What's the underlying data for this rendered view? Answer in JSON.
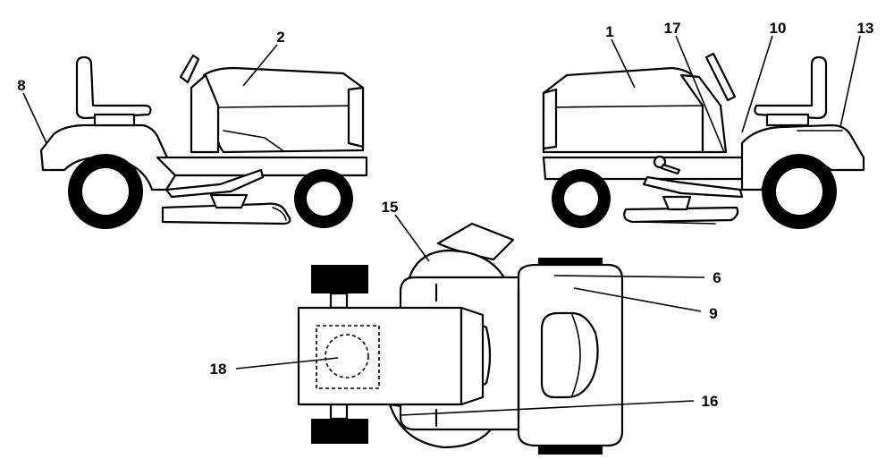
{
  "callouts": [
    {
      "id": "c1",
      "text": "1"
    },
    {
      "id": "c2",
      "text": "2"
    },
    {
      "id": "c6",
      "text": "6"
    },
    {
      "id": "c8",
      "text": "8"
    },
    {
      "id": "c9",
      "text": "9"
    },
    {
      "id": "c10",
      "text": "10"
    },
    {
      "id": "c13",
      "text": "13"
    },
    {
      "id": "c15",
      "text": "15"
    },
    {
      "id": "c16",
      "text": "16"
    },
    {
      "id": "c17",
      "text": "17"
    },
    {
      "id": "c18",
      "text": "18"
    }
  ]
}
